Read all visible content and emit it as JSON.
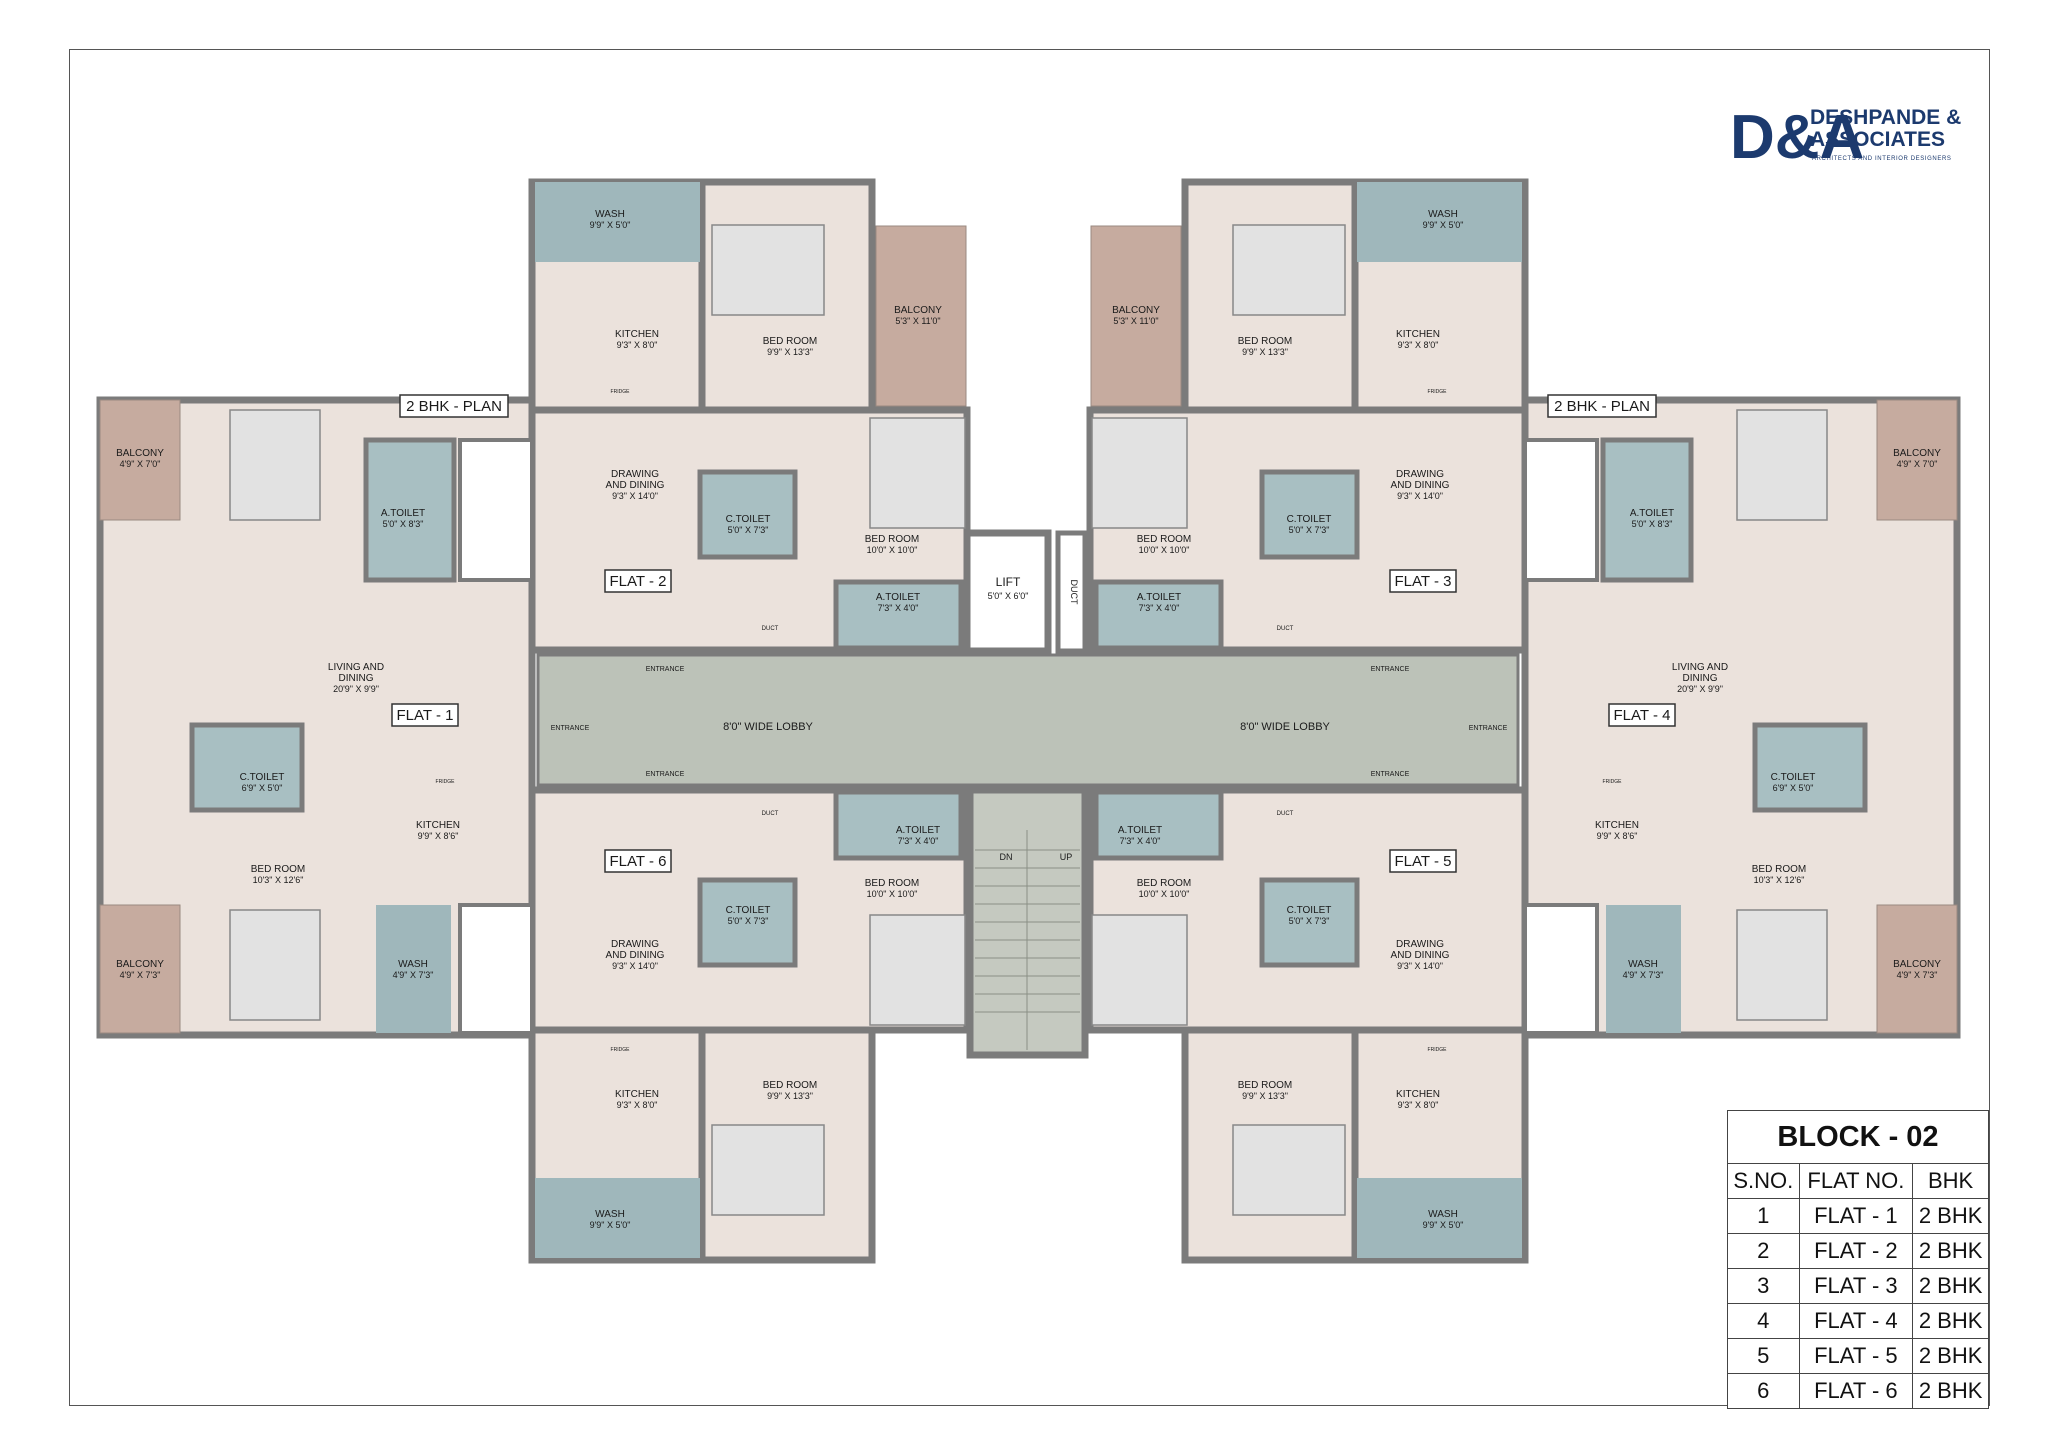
{
  "logo": {
    "monogram": "D&A",
    "name_line1": "DESHPANDE &",
    "name_line2": "ASSOCIATES",
    "tagline": "ARCHITECTS AND INTERIOR DESIGNERS"
  },
  "colors": {
    "floor": "#ebe2dc",
    "wash": "#9fb7bb",
    "balcony": "#c6ab9f",
    "toilet": "#a8bfc2",
    "lobby": "#bcc2b8",
    "wall": "#7b7b7b",
    "brand": "#1c3a6e",
    "brand_accent": "#c8892f"
  },
  "plan_tags": [
    "2 BHK - PLAN",
    "2 BHK - PLAN"
  ],
  "flats": [
    "FLAT - 1",
    "FLAT - 2",
    "FLAT - 3",
    "FLAT - 4",
    "FLAT - 5",
    "FLAT - 6"
  ],
  "rooms": {
    "wash": "WASH",
    "wash_dim": "9'9\" X 5'0\"",
    "wash_small_dim": "4'9\" X 7'3\"",
    "kitchen": "KITCHEN",
    "kitchen_dim": "9'3\" X 8'0\"",
    "kitchen_f1_dim": "9'9\" X 8'6\"",
    "bedroom": "BED ROOM",
    "bedroom_dim": "9'9\" X 13'3\"",
    "bedroom2_dim": "10'0\" X 10'0\"",
    "bedroom_f1_dim": "10'3\" X 12'6\"",
    "balcony": "BALCONY",
    "balcony_dim": "5'3\" X 11'0\"",
    "balcony_a_dim": "4'9\" X 7'0\"",
    "balcony_b_dim": "4'9\" X 7'3\"",
    "drawing_1": "DRAWING",
    "drawing_2": "AND DINING",
    "drawing_dim": "9'3\" X 14'0\"",
    "living_1": "LIVING AND",
    "living_2": "DINING",
    "living_dim": "20'9\" X 9'9\"",
    "ctoilet": "C.TOILET",
    "ctoilet_dim": "5'0\" X 7'3\"",
    "ctoilet_f1_dim": "6'9\" X 5'0\"",
    "ctoilet_f4_dim": "6'9\" X 5'0\"",
    "atoilet": "A.TOILET",
    "atoilet_dim": "7'3\" X 4'0\"",
    "atoilet_f1_dim": "5'0\" X 8'3\"",
    "lift": "LIFT",
    "lift_dim": "5'0\" X 6'0\"",
    "duct": "DUCT",
    "duct_v": "DUCT",
    "lobby": "8'0\" WIDE LOBBY",
    "entrance": "ENTRANCE",
    "fridge": "FRIDGE",
    "dn": "DN",
    "up": "UP"
  },
  "table": {
    "title": "BLOCK - 02",
    "headers": [
      "S.NO.",
      "FLAT NO.",
      "BHK"
    ],
    "rows": [
      {
        "sno": "1",
        "flat": "FLAT - 1",
        "bhk": "2 BHK"
      },
      {
        "sno": "2",
        "flat": "FLAT - 2",
        "bhk": "2 BHK"
      },
      {
        "sno": "3",
        "flat": "FLAT - 3",
        "bhk": "2 BHK"
      },
      {
        "sno": "4",
        "flat": "FLAT - 4",
        "bhk": "2 BHK"
      },
      {
        "sno": "5",
        "flat": "FLAT - 5",
        "bhk": "2 BHK"
      },
      {
        "sno": "6",
        "flat": "FLAT - 6",
        "bhk": "2 BHK"
      }
    ]
  }
}
